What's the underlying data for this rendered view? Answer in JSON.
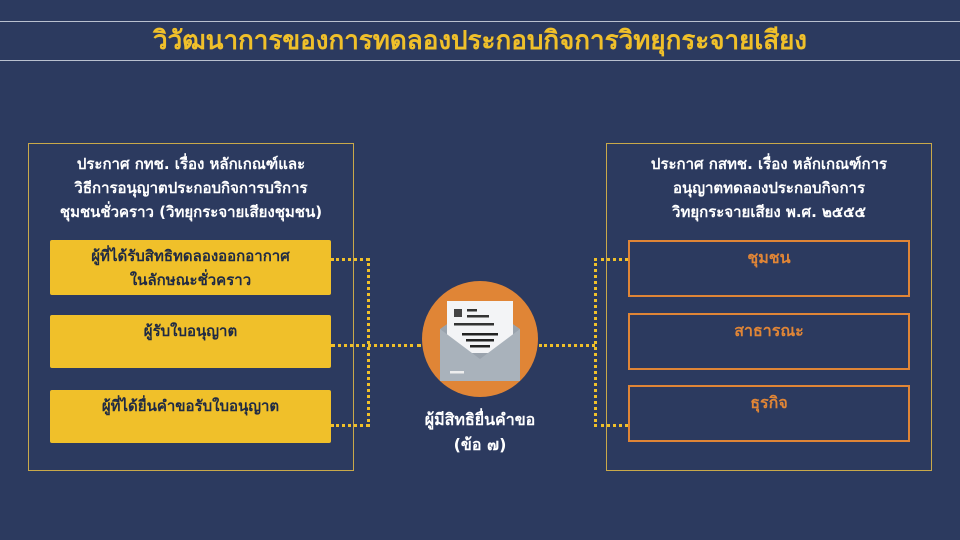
{
  "title": "วิวัฒนาการของการทดลองประกอบกิจการวิทยุกระจายเสียง",
  "left_panel": {
    "heading": [
      "ประกาศ กทช. เรื่อง หลักเกณฑ์และ",
      "วิธีการอนุญาตประกอบกิจการบริการ",
      "ชุมชนชั่วคราว (วิทยุกระจายเสียงชุมชน)"
    ],
    "items": [
      {
        "line1": "ผู้ที่ได้รับสิทธิทดลองออกอากาศ",
        "line2": "ในลักษณะชั่วคราว"
      },
      {
        "line1": "ผู้รับใบอนุญาต"
      },
      {
        "line1": "ผู้ที่ได้ยื่นคำขอรับใบอนุญาต"
      }
    ]
  },
  "right_panel": {
    "heading": [
      "ประกาศ กสทช. เรื่อง หลักเกณฑ์การ",
      "อนุญาตทดลองประกอบกิจการ",
      "วิทยุกระจายเสียง พ.ศ. ๒๕๕๕"
    ],
    "items": [
      "ชุมชน",
      "สาธารณะ",
      "ธุรกิจ"
    ]
  },
  "center": {
    "icon": "envelope-letter-icon",
    "label1": "ผู้มีสิทธิยื่นคำขอ",
    "label2": "(ข้อ ๗)"
  },
  "colors": {
    "background": "#2c3a5f",
    "yellow": "#f0c02a",
    "orange": "#e08536"
  }
}
